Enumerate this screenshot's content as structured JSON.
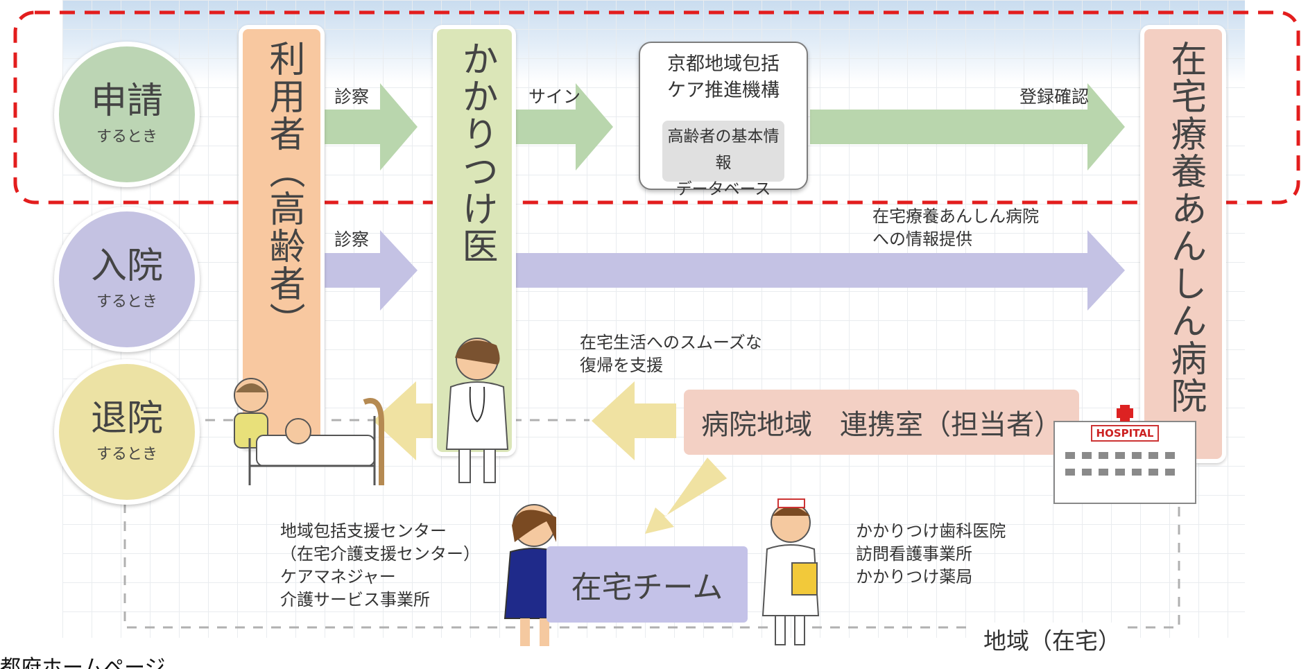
{
  "rows": {
    "apply": {
      "big": "申請",
      "small": "するとき",
      "color": "#bcd5b4"
    },
    "admit": {
      "big": "入院",
      "small": "するとき",
      "color": "#c4c2e2"
    },
    "discharge": {
      "big": "退院",
      "small": "するとき",
      "color": "#ece2a4"
    }
  },
  "columns": {
    "user": {
      "text": "利用者（高齢者）",
      "color": "#f8c8a0"
    },
    "doctor": {
      "text": "かかりつけ医",
      "color": "#dbe6b8"
    },
    "hospital": {
      "text": "在宅療養あんしん病院",
      "color": "#f3cfc2"
    }
  },
  "kyoto_org": {
    "title_line1": "京都地域包括",
    "title_line2": "ケア推進機構",
    "db_line1": "高齢者の基本情報",
    "db_line2": "データベース"
  },
  "labels": {
    "exam1": "診察",
    "sign": "サイン",
    "confirm": "登録確認",
    "exam2": "診察",
    "info_line1": "在宅療養あんしん病院",
    "info_line2": "への情報提供",
    "smooth_line1": "在宅生活へのスムーズな",
    "smooth_line2": "復帰を支援"
  },
  "liaison_office": "病院地域　連携室（担当者）",
  "hospital_sign": "HOSPITAL",
  "home_team": "在宅チーム",
  "left_members": [
    "地域包括支援センター",
    "（在宅介護支援センター）",
    "ケアマネジャー",
    "介護サービス事業所"
  ],
  "right_members": [
    "かかりつけ歯科医院",
    "訪問看護事業所",
    "かかりつけ薬局"
  ],
  "region_label": "地域（在宅）",
  "caption": "都府ホームページ",
  "colors": {
    "green_arrow": "#b9d6ad",
    "purple_arrow": "#c4c2e4",
    "yellow_arrow": "#f0e2a2",
    "highlight_dash": "#e31d1d"
  }
}
